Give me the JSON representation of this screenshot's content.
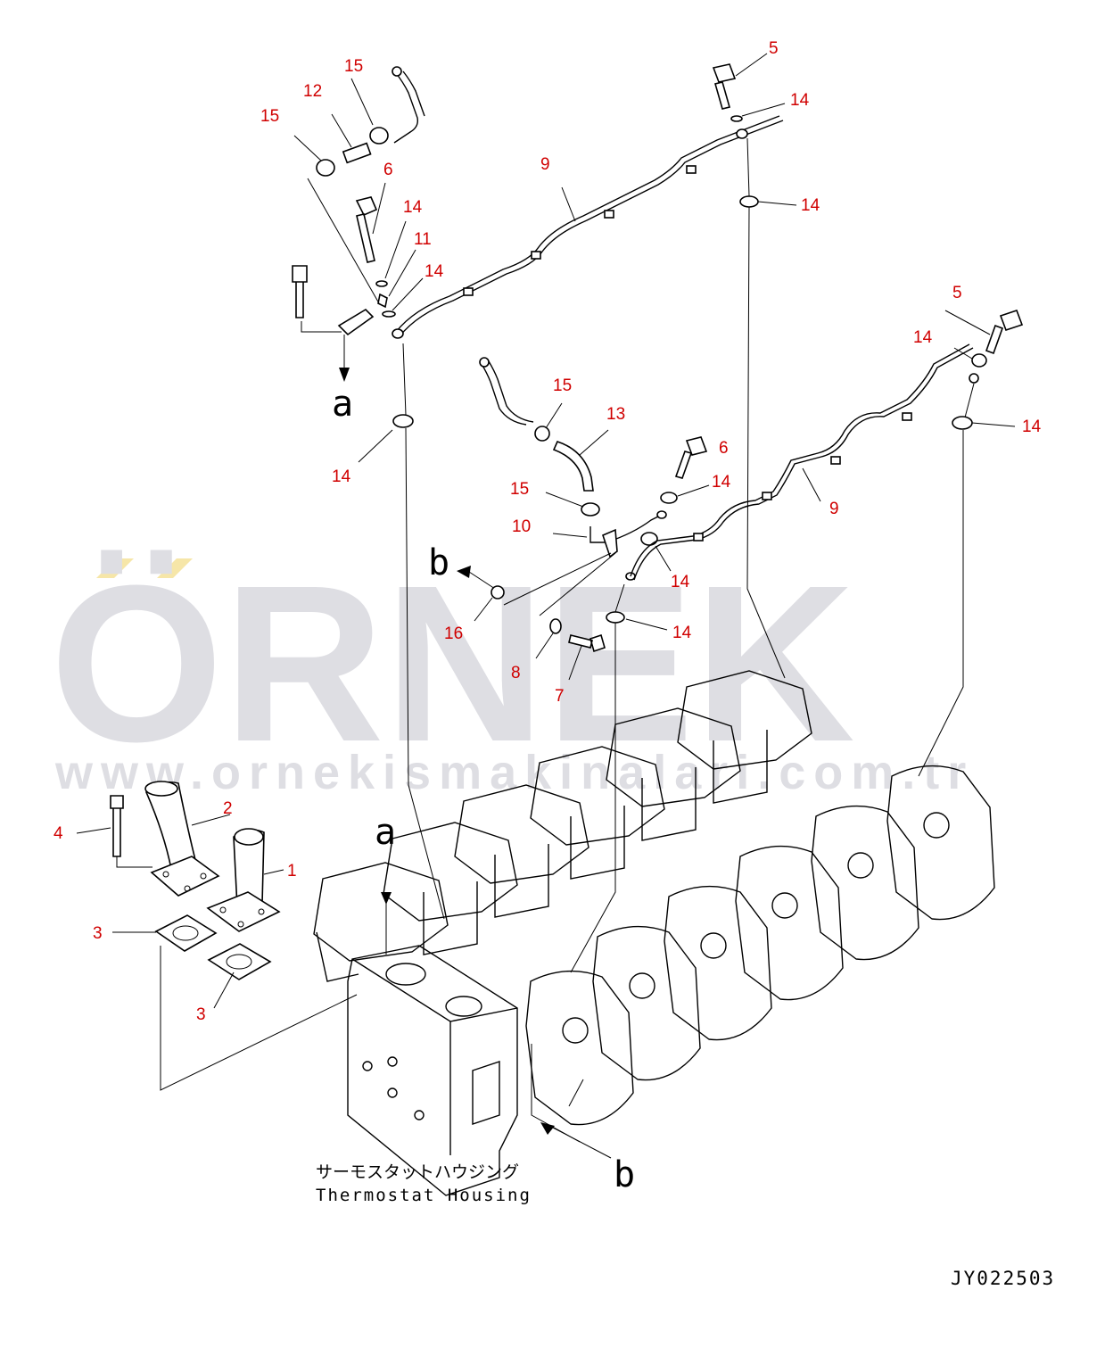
{
  "labels": [
    {
      "id": "l5a",
      "text": "5"
    },
    {
      "id": "l14a",
      "text": "14"
    },
    {
      "id": "l15a",
      "text": "15"
    },
    {
      "id": "l12",
      "text": "12"
    },
    {
      "id": "l15b",
      "text": "15"
    },
    {
      "id": "l6a",
      "text": "6"
    },
    {
      "id": "l9a",
      "text": "9"
    },
    {
      "id": "l14b",
      "text": "14"
    },
    {
      "id": "l14c",
      "text": "14"
    },
    {
      "id": "l11",
      "text": "11"
    },
    {
      "id": "l14d",
      "text": "14"
    },
    {
      "id": "l5b",
      "text": "5"
    },
    {
      "id": "l14e",
      "text": "14"
    },
    {
      "id": "l15c",
      "text": "15"
    },
    {
      "id": "l13",
      "text": "13"
    },
    {
      "id": "l14f",
      "text": "14"
    },
    {
      "id": "l6b",
      "text": "6"
    },
    {
      "id": "l14g",
      "text": "14"
    },
    {
      "id": "l14h",
      "text": "14"
    },
    {
      "id": "l9b",
      "text": "9"
    },
    {
      "id": "l15d",
      "text": "15"
    },
    {
      "id": "l10",
      "text": "10"
    },
    {
      "id": "l14i",
      "text": "14"
    },
    {
      "id": "l16",
      "text": "16"
    },
    {
      "id": "l14j",
      "text": "14"
    },
    {
      "id": "l8",
      "text": "8"
    },
    {
      "id": "l7",
      "text": "7"
    },
    {
      "id": "l2",
      "text": "2"
    },
    {
      "id": "l4",
      "text": "4"
    },
    {
      "id": "l1",
      "text": "1"
    },
    {
      "id": "l3a",
      "text": "3"
    },
    {
      "id": "l3b",
      "text": "3"
    }
  ],
  "refs": {
    "a_top": "a",
    "b_mid": "b",
    "a_low": "a",
    "b_low": "b"
  },
  "caption": {
    "jp": "サーモスタットハウジング",
    "en": "Thermostat Housing"
  },
  "drawing_no": "JY022503",
  "watermark": {
    "brand": "ÖRNEK",
    "url": "www.ornekismakinalari.com.tr"
  },
  "colors": {
    "label": "#d00000",
    "line": "#000000",
    "watermark": "#dedee3",
    "accent": "#f6e6a8"
  }
}
